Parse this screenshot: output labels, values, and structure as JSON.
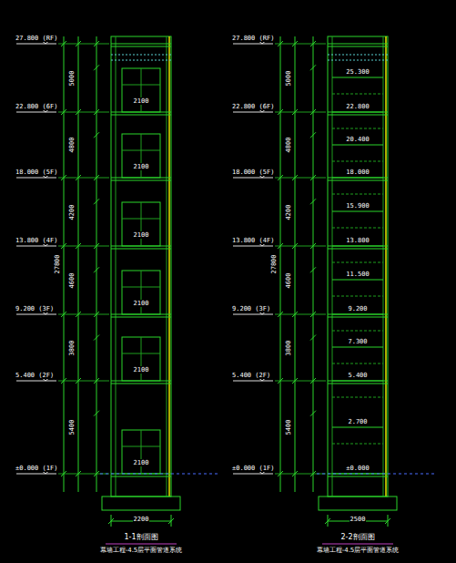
{
  "diagram": {
    "labels": [
      "27.800 (RF)",
      "22.800 (6F)",
      "18.000 (5F)",
      "13.800 (4F)",
      "9.200 (3F)",
      "5.400 (2F)",
      "±0.000 (1F)",
      "5000",
      "4800",
      "4200",
      "4600",
      "3800",
      "5400",
      "27800",
      "2100",
      "2100",
      "2100",
      "2100",
      "2100",
      "2100",
      "2200",
      "1-1剖面图",
      "幕墙工程-4.5层平面管道系统",
      "27.800 (RF)",
      "22.800 (6F)",
      "18.000 (5F)",
      "13.800 (4F)",
      "9.200 (3F)",
      "5.400 (2F)",
      "±0.000 (1F)",
      "5000",
      "4800",
      "4200",
      "4600",
      "3800",
      "5400",
      "27800",
      "25.300",
      "22.800",
      "20.400",
      "18.000",
      "15.900",
      "13.800",
      "11.500",
      "9.200",
      "7.300",
      "5.400",
      "2.700",
      "±0.000",
      "2500",
      "2-2剖面图",
      "幕墙工程-4.5层平面管道系统"
    ]
  }
}
